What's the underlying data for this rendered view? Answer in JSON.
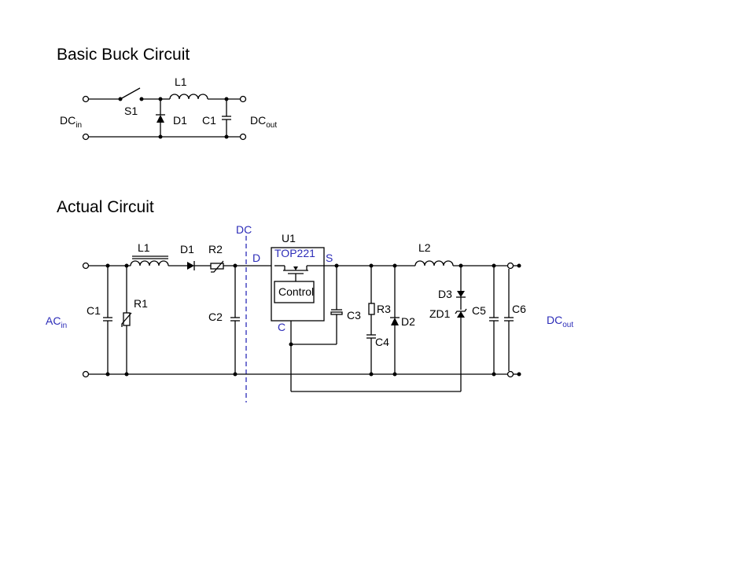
{
  "basic": {
    "title": "Basic Buck Circuit",
    "inductor": "L1",
    "switch": "S1",
    "diode": "D1",
    "capacitor": "C1",
    "input": {
      "main": "DC",
      "sub": "in"
    },
    "output": {
      "main": "DC",
      "sub": "out"
    }
  },
  "actual": {
    "title": "Actual Circuit",
    "dc_marker": "DC",
    "ic": {
      "ref": "U1",
      "part": "TOP221",
      "block": "Control",
      "pin_d": "D",
      "pin_s": "S",
      "pin_c": "C"
    },
    "labels": {
      "C1": "C1",
      "R1": "R1",
      "L1": "L1",
      "D1": "D1",
      "R2": "R2",
      "C2": "C2",
      "C3": "C3",
      "R3": "R3",
      "C4": "C4",
      "D2": "D2",
      "L2": "L2",
      "D3": "D3",
      "ZD1": "ZD1",
      "C5": "C5",
      "C6": "C6"
    },
    "input": {
      "main": "AC",
      "sub": "in"
    },
    "output": {
      "main": "DC",
      "sub": "out"
    }
  },
  "colors": {
    "wire": "#000000",
    "accent": "#2b2bb8"
  }
}
